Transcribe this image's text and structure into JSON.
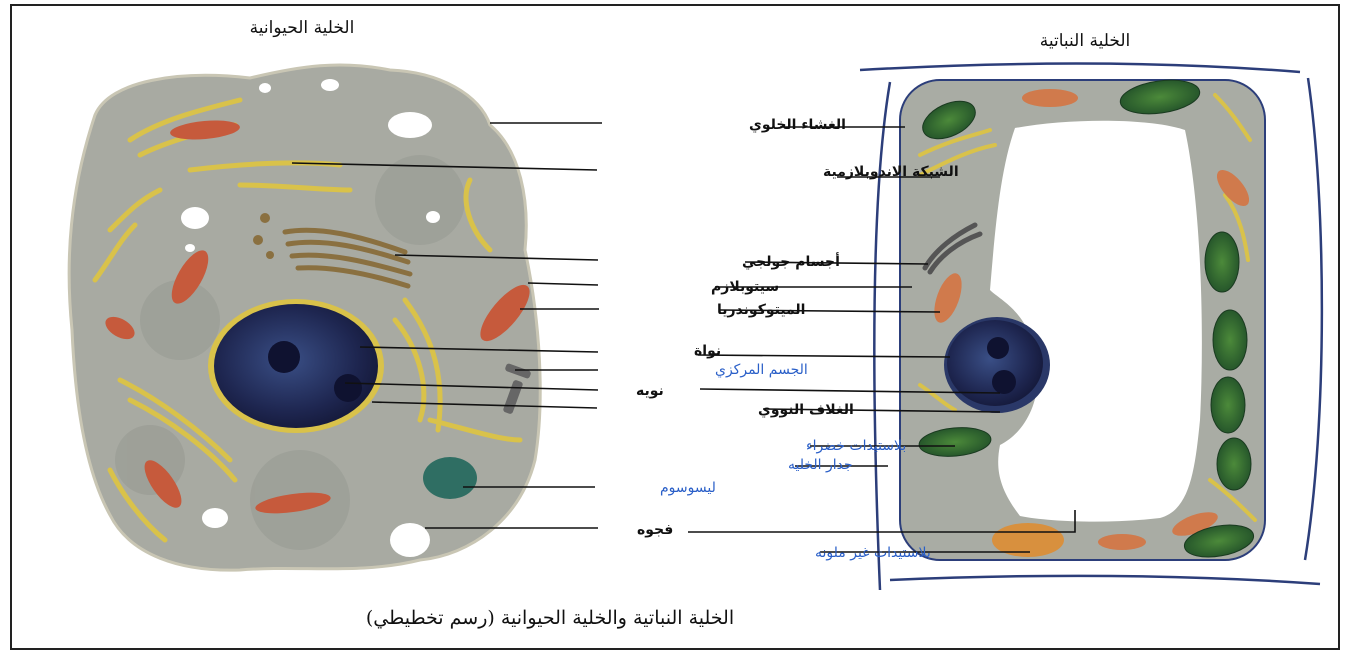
{
  "titles": {
    "animal_cell": "الخلية الحيوانية",
    "plant_cell": "الخلية النباتية"
  },
  "caption": "الخلية النباتية والخلية الحيوانية (رسم تخطيطي)",
  "labels": [
    {
      "id": "cell-membrane",
      "text": "الغشاء الخلوي",
      "color": "#111111"
    },
    {
      "id": "endoplasmic-reticulum",
      "text": "الشبكة الاندوبلازمية",
      "color": "#111111"
    },
    {
      "id": "golgi-bodies",
      "text": "أجسام جولجي",
      "color": "#111111"
    },
    {
      "id": "cytoplasm",
      "text": "سيتوبلازم",
      "color": "#111111"
    },
    {
      "id": "mitochondria",
      "text": "الميتوكوندريا",
      "color": "#111111"
    },
    {
      "id": "nucleus",
      "text": "نواة",
      "color": "#111111"
    },
    {
      "id": "centrosome",
      "text": "الجسم المركزي",
      "color": "#2a5fc8"
    },
    {
      "id": "nucleolus",
      "text": "نويه",
      "color": "#111111"
    },
    {
      "id": "nuclear-envelope",
      "text": "الغلاف النووي",
      "color": "#111111"
    },
    {
      "id": "chloroplasts",
      "text": "بلاستيدات خضراء",
      "color": "#2a5fc8"
    },
    {
      "id": "cell-wall",
      "text": "جدار الخليه",
      "color": "#2a5fc8"
    },
    {
      "id": "lysosome",
      "text": "ليسوسوم",
      "color": "#2a5fc8"
    },
    {
      "id": "vacuole",
      "text": "فجوه",
      "color": "#111111"
    },
    {
      "id": "leucoplasts",
      "text": "بلاستيدات غير ملونه",
      "color": "#2a5fc8"
    }
  ]
}
